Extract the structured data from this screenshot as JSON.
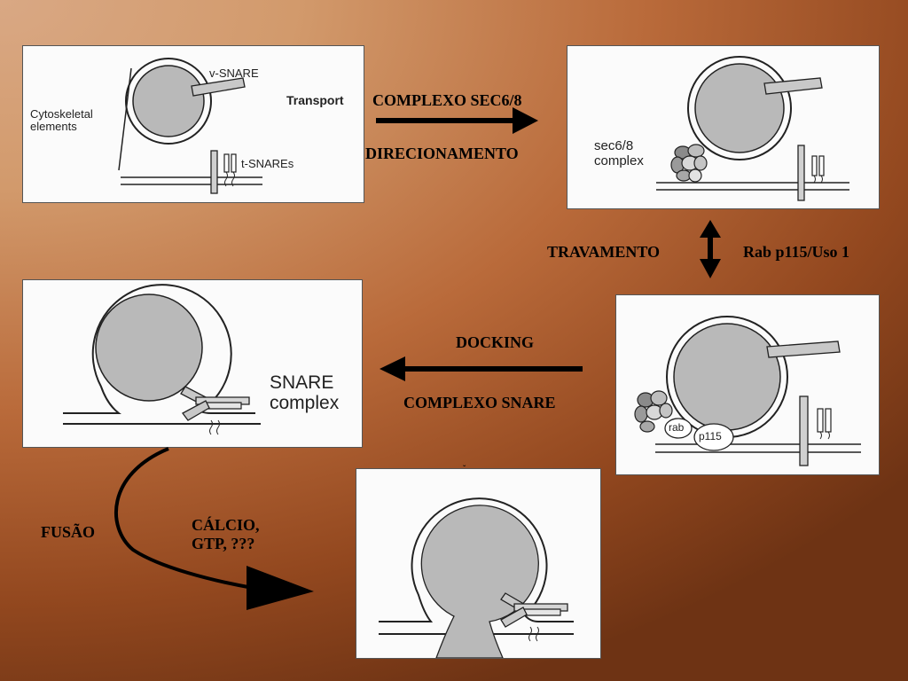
{
  "panels": {
    "transport": {
      "cytoskeletal": "Cytoskeletal elements",
      "v_snare": "v-SNARE",
      "title": "Transport",
      "t_snares": "t-SNAREs"
    },
    "sec68": {
      "complex_line1": "sec6/8",
      "complex_line2": "complex"
    },
    "rab": {
      "rab_label": "rab",
      "p115_label": "p115"
    },
    "snare": {
      "line1": "SNARE",
      "line2": "complex"
    }
  },
  "captions": {
    "complexo_sec68": "COMPLEXO SEC6/8",
    "direcionamento": "DIRECIONAMENTO",
    "travamento": "TRAVAMENTO",
    "rab_p115": "Rab p115/Uso 1",
    "docking": "DOCKING",
    "complexo_snare": "COMPLEXO SNARE",
    "fusao": "FUSÃO",
    "calcio_line1": "CÁLCIO,",
    "calcio_line2": "GTP, ???"
  },
  "colors": {
    "vesicle_fill": "#b9b9b9",
    "outline": "#222222",
    "panel_bg": "#fbfbfb",
    "arrow": "#000000"
  }
}
